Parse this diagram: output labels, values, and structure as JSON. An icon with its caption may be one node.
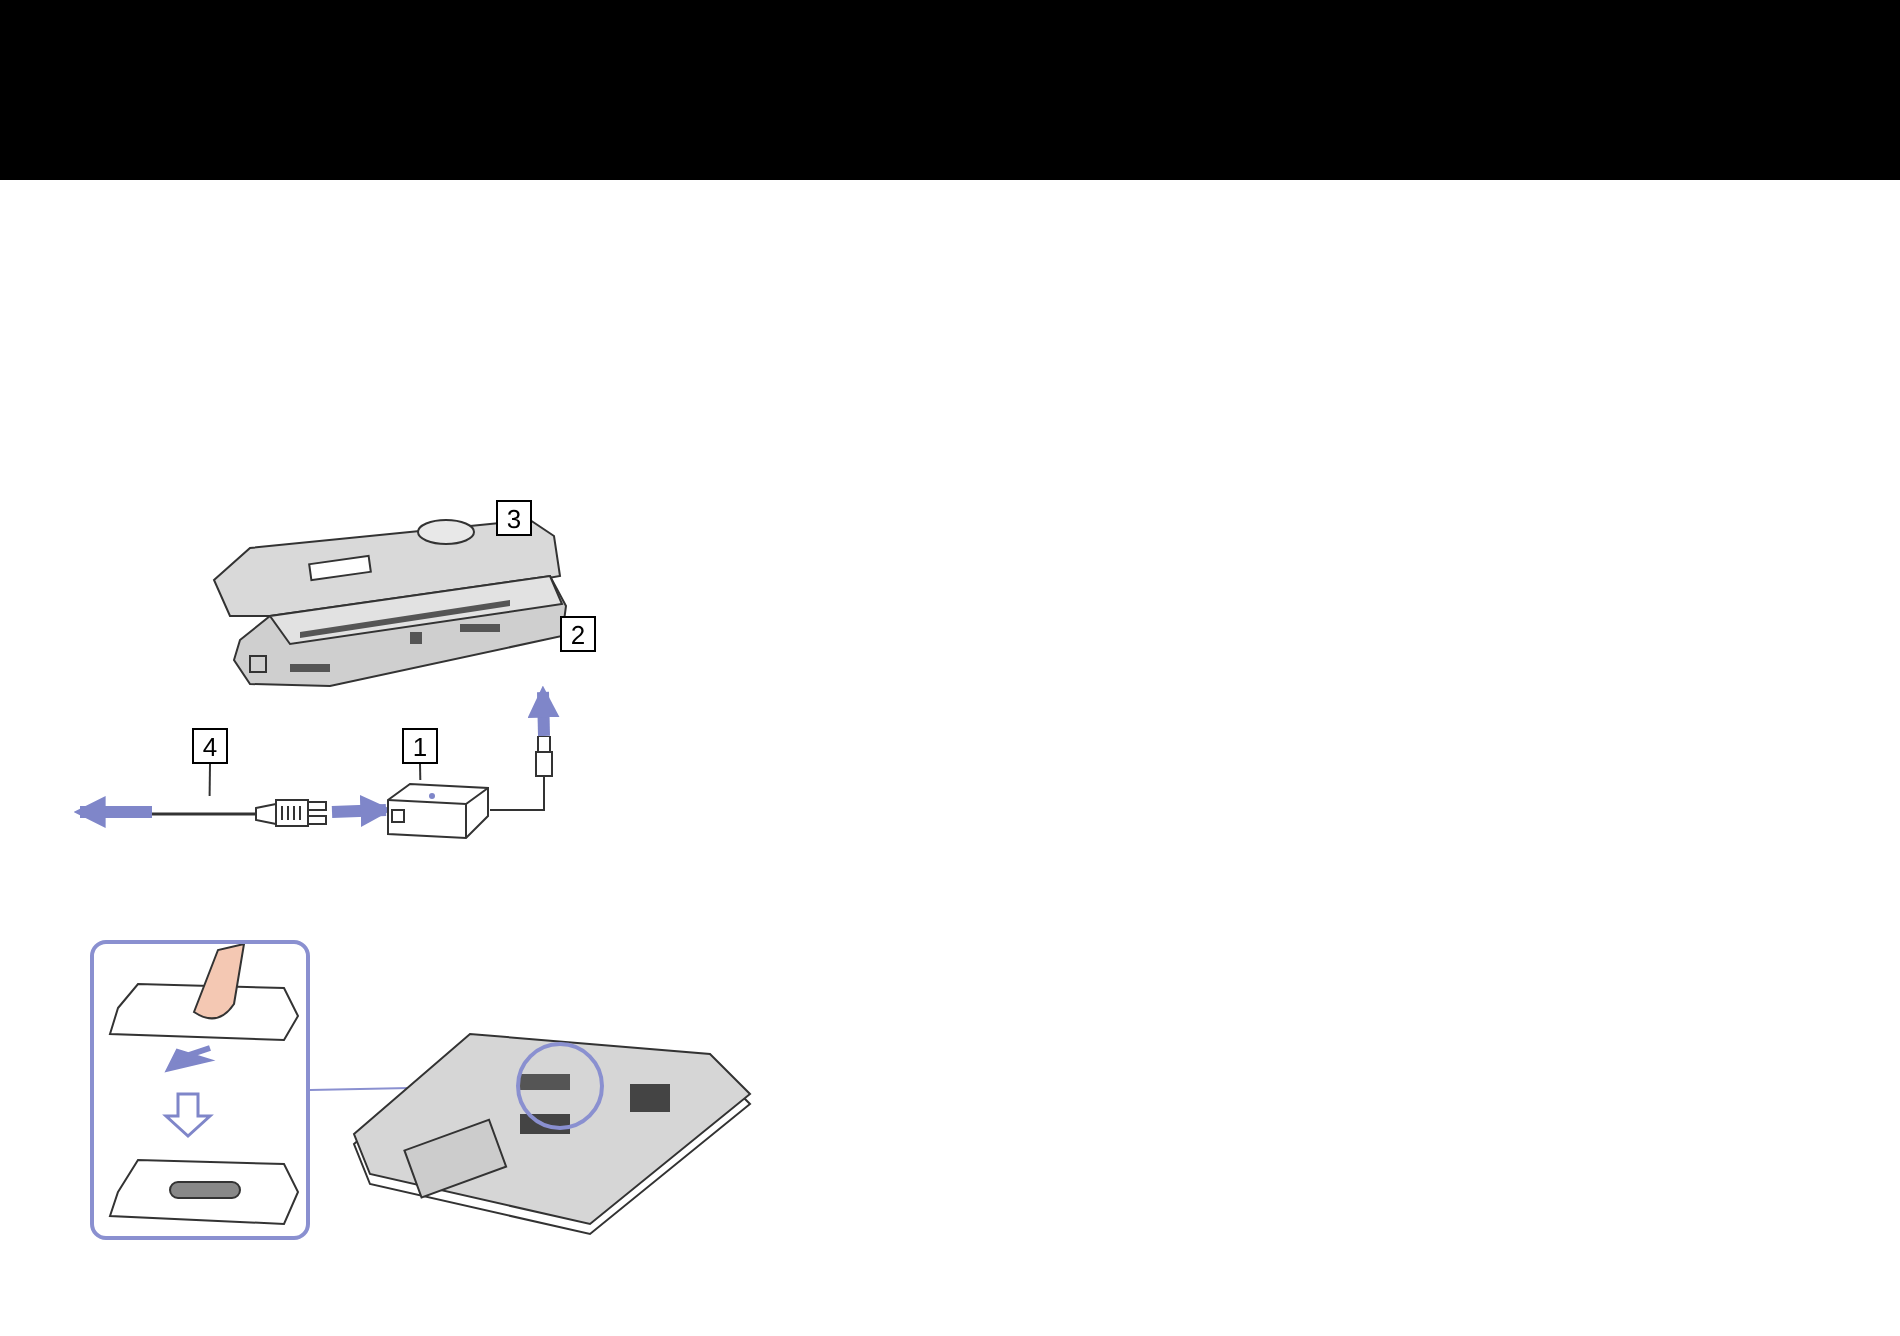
{
  "diagram": {
    "nodes": [
      {
        "text": [
          "1"
        ]
      },
      {
        "text": [
          "4"
        ]
      },
      {
        "text": [],
        "shape": "picture"
      },
      {
        "text": [],
        "shape": "picture"
      },
      {
        "text": [],
        "shape": "picture"
      },
      {
        "text": [],
        "shape": "picture"
      },
      {
        "text": [],
        "shape": "box"
      },
      {
        "text": [],
        "shape": "picture"
      },
      {
        "text": [],
        "shape": "circle",
        "in": 7
      },
      {
        "text": [
          "2"
        ]
      },
      {
        "text": [
          "3"
        ]
      }
    ],
    "edges": [
      {
        "from": 0,
        "to": 2,
        "arrow": "none"
      },
      {
        "from": 1,
        "to": 4,
        "arrow": "none"
      },
      {
        "from": 4,
        "to": null,
        "arrow": "to",
        "style": "thick",
        "color": "#7f86c9"
      },
      {
        "from": 4,
        "to": 2,
        "arrow": "to",
        "style": "thick",
        "color": "#7f86c9"
      },
      {
        "from": 2,
        "to": 3,
        "arrow": "none"
      },
      {
        "from": 3,
        "to": 5,
        "arrow": "to",
        "style": "thick",
        "color": "#7f86c9"
      },
      {
        "from": 6,
        "to": 8,
        "arrow": "none",
        "color": "#8a90d0"
      }
    ]
  }
}
